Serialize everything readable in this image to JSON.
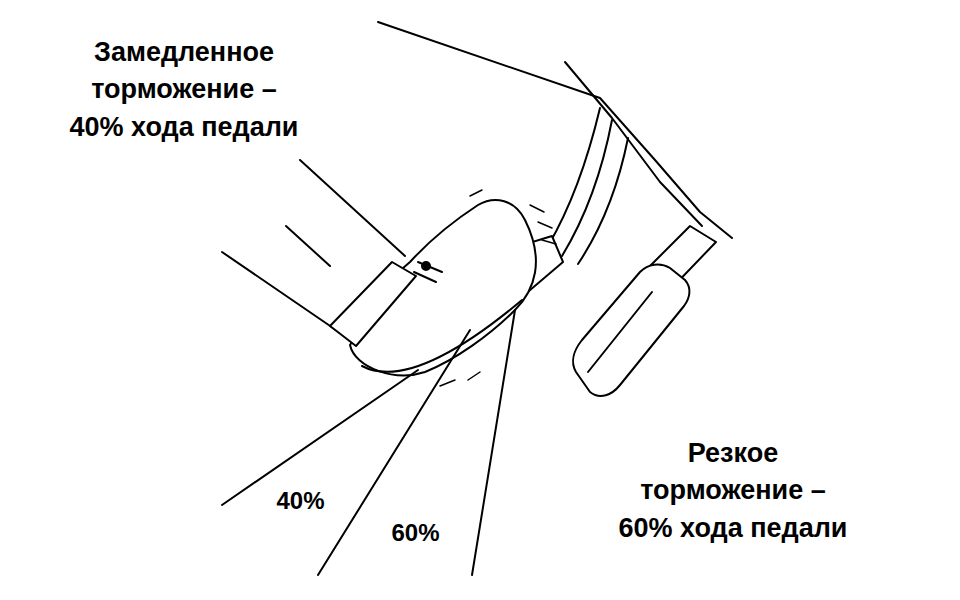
{
  "diagram": {
    "labels": [
      "Замедленное торможение – 40% хода педали",
      "40%",
      "60%",
      "Резкое торможение – 60% хода педали"
    ]
  }
}
